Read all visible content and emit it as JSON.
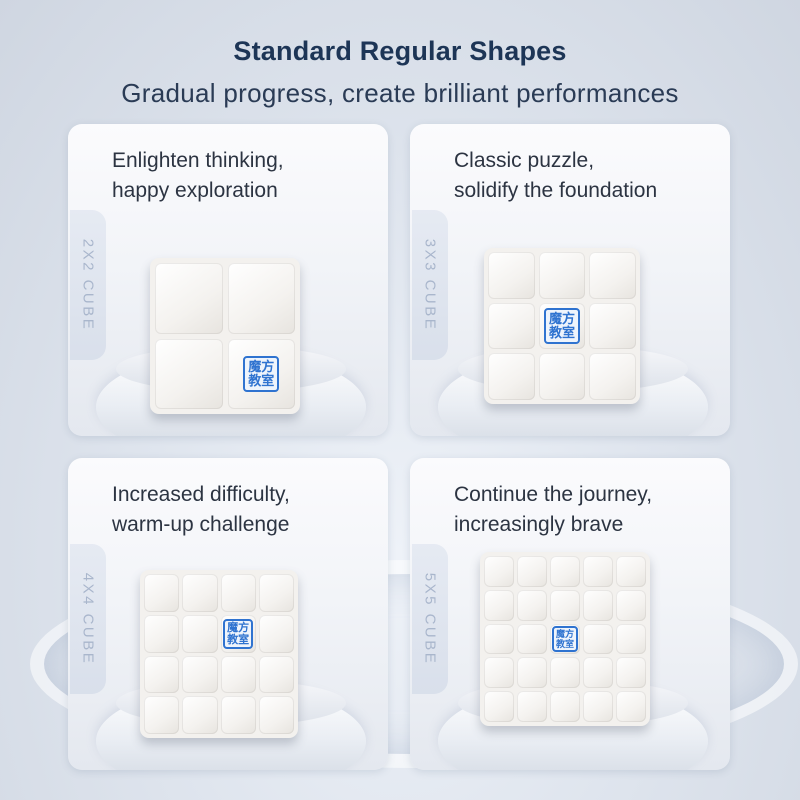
{
  "header": {
    "title": "Standard Regular Shapes",
    "subtitle": "Gradual progress, create brilliant performances"
  },
  "cards": [
    {
      "caption_line1": "Enlighten thinking,",
      "caption_line2": "happy exploration",
      "label": "2X2 CUBE"
    },
    {
      "caption_line1": "Classic puzzle,",
      "caption_line2": "solidify the foundation",
      "label": "3X3 CUBE"
    },
    {
      "caption_line1": "Increased difficulty,",
      "caption_line2": "warm-up challenge",
      "label": "4X4 CUBE"
    },
    {
      "caption_line1": "Continue the journey,",
      "caption_line2": "increasingly brave",
      "label": "5X5 CUBE"
    }
  ],
  "logo_text": "魔方教室",
  "colors": {
    "title": "#1d3556",
    "cube_top": "#3f7fd6",
    "cube_side": "#d8425c",
    "logo": "#2f73d0"
  }
}
